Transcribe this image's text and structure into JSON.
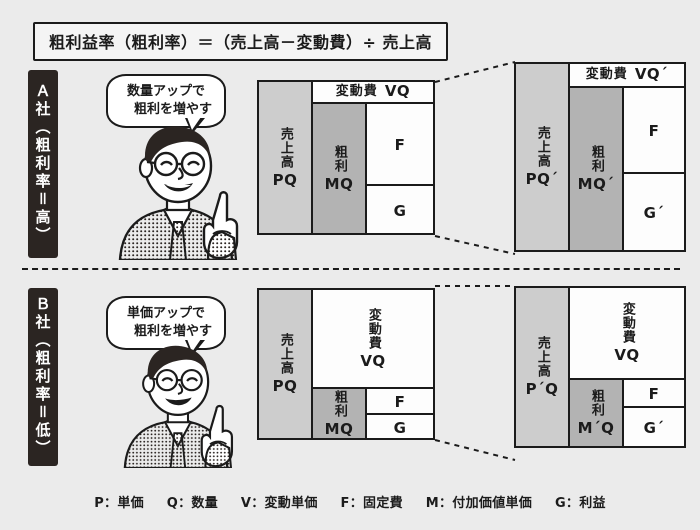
{
  "formula": "粗利益率（粗利率）＝（売上高－変動費）÷ 売上高",
  "sections": [
    {
      "id": "a",
      "label": "Ａ社（粗利率＝高）",
      "bubble_line1": "数量アップで",
      "bubble_line2": "粗利を増やす",
      "left_diagram": {
        "sales_label": "売上高",
        "sales_code": "PQ",
        "variable_label": "変動費",
        "variable_code": "VQ",
        "margin_label": "粗利",
        "margin_code": "MQ",
        "fixed_code": "F",
        "profit_code": "G"
      },
      "right_diagram": {
        "sales_label": "売上高",
        "sales_code": "PQ´",
        "variable_label": "変動費",
        "variable_code": "VQ´",
        "margin_label": "粗利",
        "margin_code": "MQ´",
        "fixed_code": "F",
        "profit_code": "G´"
      }
    },
    {
      "id": "b",
      "label": "Ｂ社（粗利率＝低）",
      "bubble_line1": "単価アップで",
      "bubble_line2": "粗利を増やす",
      "left_diagram": {
        "sales_label": "売上高",
        "sales_code": "PQ",
        "variable_label": "変動費",
        "variable_code": "VQ",
        "margin_label": "粗利",
        "margin_code": "MQ",
        "fixed_code": "F",
        "profit_code": "G"
      },
      "right_diagram": {
        "sales_label": "売上高",
        "sales_code": "P´Q",
        "variable_label": "変動費",
        "variable_code": "VQ",
        "margin_label": "粗利",
        "margin_code": "M´Q",
        "fixed_code": "F",
        "profit_code": "G´"
      }
    }
  ],
  "legend": [
    "P：単価",
    "Q：数量",
    "V：変動単価",
    "F：固定費",
    "M：付加価値単価",
    "G：利益"
  ],
  "colors": {
    "background": "#ebebeb",
    "ink": "#1b1b1b",
    "sales_fill": "#cdcdcd",
    "margin_fill": "#b3b3b3",
    "white_fill": "#fdfdfd",
    "label_bg": "#2b2522"
  }
}
